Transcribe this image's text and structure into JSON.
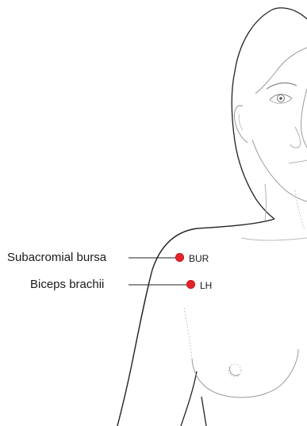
{
  "markers": [
    {
      "label": "Subacromial bursa",
      "code": "BUR",
      "color": "#e3242b"
    },
    {
      "label": "Biceps brachii",
      "code": "LH",
      "color": "#e3242b"
    }
  ]
}
